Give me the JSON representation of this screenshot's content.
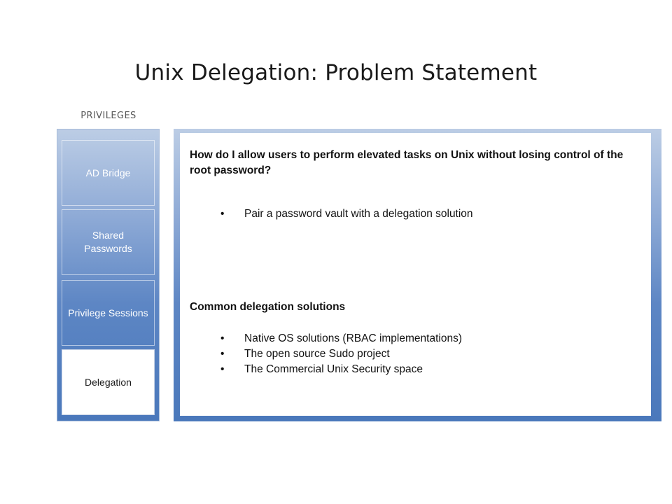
{
  "slide": {
    "title": "Unix Delegation: Problem Statement",
    "section_label": "PRIVILEGES"
  },
  "sidebar": {
    "items": [
      {
        "label": "AD Bridge",
        "active": false
      },
      {
        "label": "Shared Passwords",
        "active": false
      },
      {
        "label": "Privilege Sessions",
        "active": false
      },
      {
        "label": "Delegation",
        "active": true
      }
    ]
  },
  "content": {
    "question": "How do I allow users to perform elevated tasks on Unix without losing control of the root password?",
    "first_bullets": [
      "Pair a password vault with a delegation solution"
    ],
    "subheading": "Common delegation solutions",
    "solution_bullets": [
      "Native OS solutions (RBAC implementations)",
      "The open source Sudo project",
      "The Commercial Unix Security space"
    ],
    "bullet_glyph": "•"
  },
  "colors": {
    "gradient_top": "#bccde5",
    "gradient_bottom": "#4a78bb",
    "active_item_bg": "#ffffff"
  }
}
